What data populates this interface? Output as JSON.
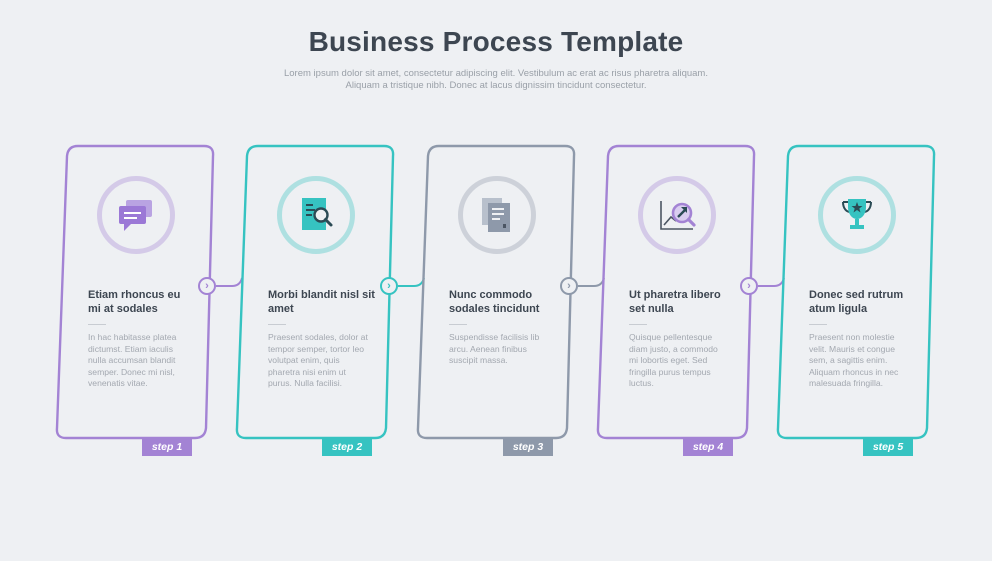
{
  "header": {
    "title": "Business Process Template",
    "subtitle": "Lorem ipsum dolor sit amet, consectetur adipiscing elit. Vestibulum ac erat ac risus pharetra aliquam. Aliquam a tristique nibh. Donec at lacus dignissim tincidunt consectetur."
  },
  "colors": {
    "purple": "#a383d4",
    "teal": "#36c3c1",
    "gray": "#8e99aa",
    "background": "#eef0f3"
  },
  "steps": [
    {
      "tag": "step 1",
      "color": "#a383d4",
      "icon": "chat-bubbles-icon",
      "title": "Etiam rhoncus eu mi at sodales",
      "text": "In hac habitasse platea dictumst. Etiam iaculis nulla accumsan blandit semper. Donec mi nisl, venenatis vitae."
    },
    {
      "tag": "step 2",
      "color": "#36c3c1",
      "icon": "document-search-icon",
      "title": "Morbi blandit nisl sit amet",
      "text": "Praesent sodales, dolor at tempor semper, tortor leo volutpat enim, quis pharetra nisi enim ut purus. Nulla facilisi."
    },
    {
      "tag": "step 3",
      "color": "#8e99aa",
      "icon": "documents-icon",
      "title": "Nunc commodo sodales tincidunt",
      "text": "Suspendisse facilisis lib arcu. Aenean finibus suscipit massa."
    },
    {
      "tag": "step 4",
      "color": "#a383d4",
      "icon": "growth-chart-icon",
      "title": "Ut pharetra libero set nulla",
      "text": "Quisque pellentesque diam justo, a commodo mi lobortis eget. Sed fringilla purus tempus luctus."
    },
    {
      "tag": "step 5",
      "color": "#36c3c1",
      "icon": "trophy-icon",
      "title": "Donec sed rutrum atum ligula",
      "text": "Praesent non molestie velit. Mauris et congue sem, a sagittis enim. Aliquam rhoncus in nec malesuada fringilla."
    }
  ]
}
